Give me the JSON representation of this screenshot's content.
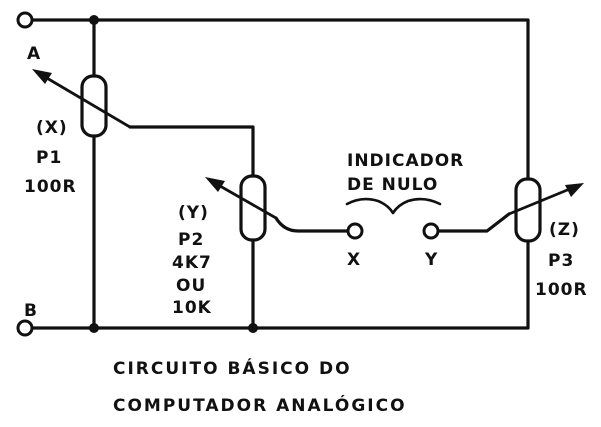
{
  "terminals": {
    "a": "A",
    "b": "B"
  },
  "p1": {
    "tag": "(X)",
    "name": "P1",
    "value": "100R"
  },
  "p2": {
    "tag": "(Y)",
    "name": "P2",
    "value": "4K7",
    "alt_or": "OU",
    "alt_value": "10K"
  },
  "p3": {
    "tag": "(Z)",
    "name": "P3",
    "value": "100R"
  },
  "indicator": {
    "line1": "INDICADOR",
    "line2": "DE  NULO",
    "x": "X",
    "y": "Y"
  },
  "caption": {
    "line1": "CIRCUITO   BÁSICO   DO",
    "line2": "COMPUTADOR    ANALÓGICO"
  }
}
